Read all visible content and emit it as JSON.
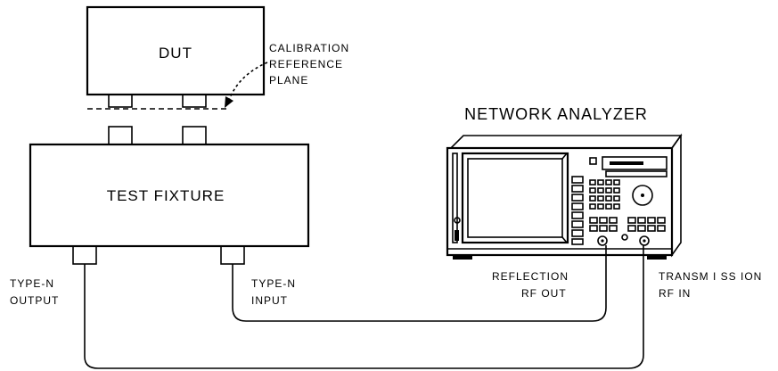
{
  "labels": {
    "dut": "DUT",
    "calibration_plane": [
      "CALIBRATION",
      "REFERENCE",
      "PLANE"
    ],
    "network_analyzer": "NETWORK ANALYZER",
    "test_fixture": "TEST FIXTURE",
    "type_n_output": [
      "TYPE-N",
      "OUTPUT"
    ],
    "type_n_input": [
      "TYPE-N",
      "INPUT"
    ],
    "reflection_rf_out": [
      "REFLECTION",
      "RF OUT"
    ],
    "transmission_rf_in": [
      "TRANSM I SS ION",
      "RF IN"
    ]
  }
}
